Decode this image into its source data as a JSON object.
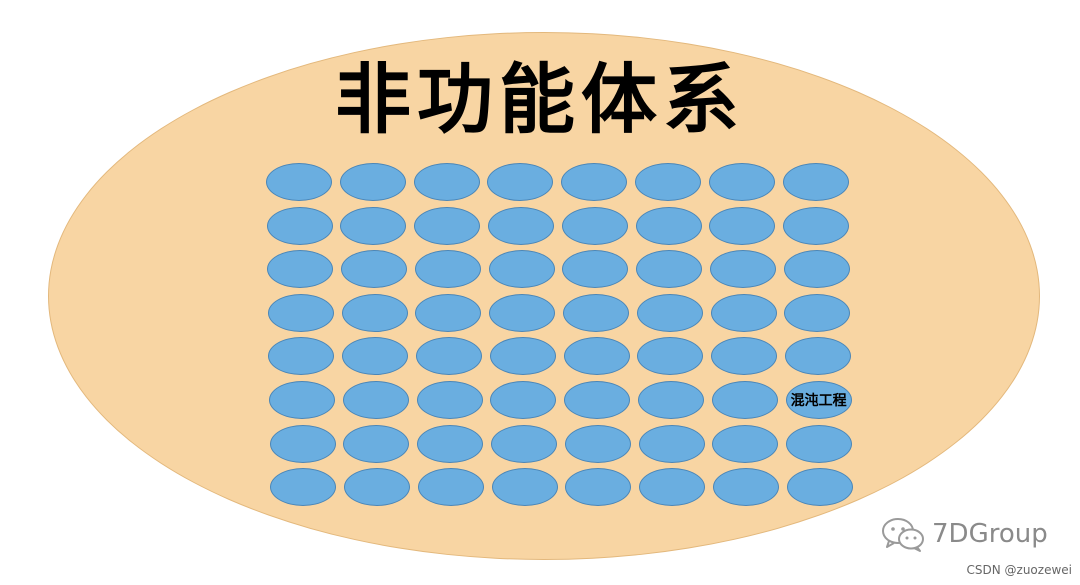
{
  "diagram": {
    "title": "非功能体系",
    "colors": {
      "outer_fill": "#f8d5a3",
      "outer_stroke": "#e3b87c",
      "cell_fill": "#6aaee0",
      "cell_stroke": "#4a86b8"
    },
    "grid": {
      "rows": 8,
      "cols": 8,
      "labeled_cell": {
        "row": 6,
        "col": 8,
        "label": "混沌工程"
      }
    }
  },
  "watermark": {
    "icon": "wechat-icon",
    "text": "7DGroup"
  },
  "credit": {
    "text": "CSDN @zuozewei"
  }
}
